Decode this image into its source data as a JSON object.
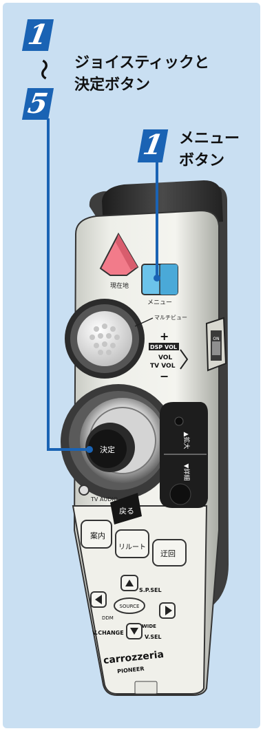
{
  "callouts": {
    "range_start": "1",
    "range_sep": "〜",
    "range_end": "5",
    "range_label_line1": "ジョイスティックと",
    "range_label_line2": "決定ボタン",
    "menu_step": "1",
    "menu_label_line1": "メニュー",
    "menu_label_line2": "ボタン"
  },
  "remote": {
    "current_location": "現在地",
    "menu": "メニュー",
    "multi_view": "マルチビュー",
    "dsp_vol": "DSP VOL",
    "vol": "VOL",
    "tv_vol": "TV VOL",
    "plus": "+",
    "minus": "−",
    "enter": "決定",
    "scale_up": "▲拡大",
    "scale_down": "▼詳細",
    "tv_audio": "TV AUDIO",
    "back": "戻る",
    "guide": "案内",
    "reroute": "リルート",
    "detour": "迂回",
    "sp_sel": "S.P.SEL",
    "source": "SOURCE",
    "ddm": "DDM",
    "wide": "WIDE",
    "v_change": "V.CHANGE",
    "v_sel": "V.SEL",
    "brand": "carrozzeria",
    "maker": "PIONEER",
    "side_switch": "ON"
  },
  "colors": {
    "panel": "#c9dff2",
    "badge": "#1a63b4",
    "callout_line": "#1a63b4",
    "menu_button": "#6cc3ea",
    "location_button": "#f27b8a"
  },
  "icons": {
    "joystick": "joystick-icon",
    "up": "triangle-up-icon",
    "down": "triangle-down-icon",
    "left": "triangle-left-icon",
    "right": "triangle-right-icon"
  }
}
